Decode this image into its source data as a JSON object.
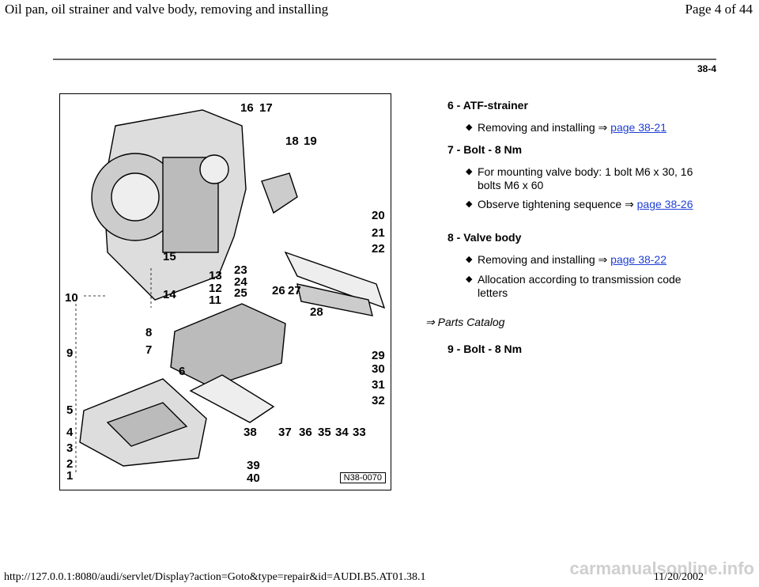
{
  "header": {
    "title": "Oil pan, oil strainer and valve body, removing and installing",
    "page": "Page 4 of 44"
  },
  "page_number": "38-4",
  "figure": {
    "id": "N38-0070",
    "callouts": [
      "1",
      "2",
      "3",
      "4",
      "5",
      "6",
      "7",
      "8",
      "9",
      "10",
      "11",
      "12",
      "13",
      "14",
      "15",
      "16",
      "17",
      "18",
      "19",
      "20",
      "21",
      "22",
      "23",
      "24",
      "25",
      "26",
      "27",
      "28",
      "29",
      "30",
      "31",
      "32",
      "33",
      "34",
      "35",
      "36",
      "37",
      "38",
      "39",
      "40"
    ]
  },
  "items": {
    "item6": {
      "title": "6 - ATF-strainer",
      "b1": "Removing and installing",
      "b1_link": "page 38-21"
    },
    "item7": {
      "title": "7 - Bolt - 8 Nm",
      "b1": "For mounting valve body: 1 bolt M6 x 30, 16 bolts M6 x 60",
      "b2": "Observe tightening sequence",
      "b2_link": "page 38-26"
    },
    "item8": {
      "title": "8 - Valve body",
      "b1": "Removing and installing",
      "b1_link": "page 38-22",
      "b2": "Allocation according to transmission code letters"
    },
    "item9": {
      "title": "9 - Bolt - 8 Nm"
    }
  },
  "parts_catalog": "Parts Catalog",
  "footer": {
    "url": "http://127.0.0.1:8080/audi/servlet/Display?action=Goto&type=repair&id=AUDI.B5.AT01.38.1",
    "date": "11/20/2002"
  },
  "watermark": "carmanualsonline.info"
}
